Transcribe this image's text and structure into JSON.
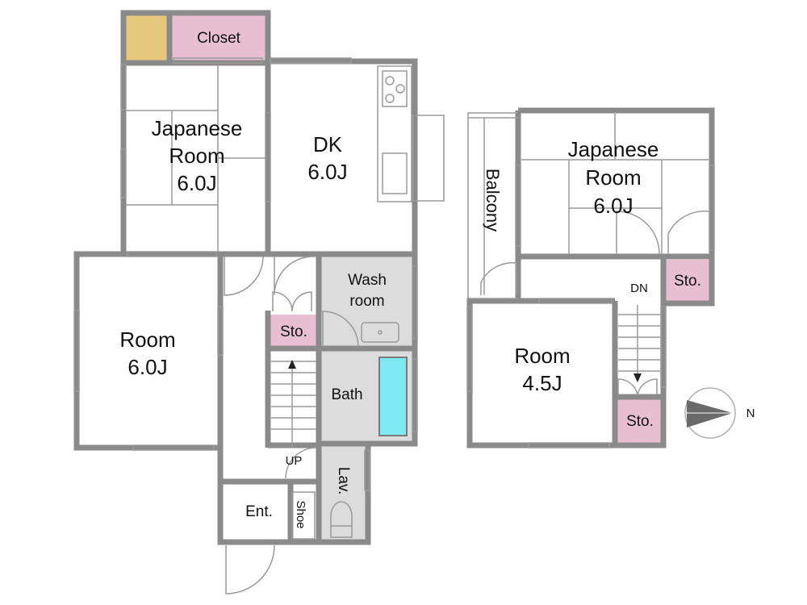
{
  "colors": {
    "wall": "#8a8a8a",
    "thin_line": "#9a9a9a",
    "storage_fill": "#e8bfd0",
    "wet_area_fill": "#dcdcdc",
    "tatami_alcove_fill": "#e6c77e",
    "bathtub_fill": "#7fe9f3",
    "background": "#ffffff"
  },
  "floor1": {
    "closet": "Closet",
    "japanese_room": {
      "line1": "Japanese",
      "line2": "Room",
      "size": "6.0J"
    },
    "dk": {
      "name": "DK",
      "size": "6.0J"
    },
    "room": {
      "name": "Room",
      "size": "6.0J"
    },
    "washroom": {
      "line1": "Wash",
      "line2": "room"
    },
    "storage": "Sto.",
    "bath": "Bath",
    "stairs_up": "UP",
    "lavatory": "Lav.",
    "entrance": "Ent.",
    "shoe": "Shoe"
  },
  "floor2": {
    "balcony": "Balcony",
    "japanese_room": {
      "line1": "Japanese",
      "line2": "Room",
      "size": "6.0J"
    },
    "room": {
      "name": "Room",
      "size": "4.5J"
    },
    "stairs_down": "DN",
    "storage_top": "Sto.",
    "storage_bottom": "Sto."
  },
  "compass": {
    "label": "N",
    "icon": "north-arrow-icon"
  }
}
